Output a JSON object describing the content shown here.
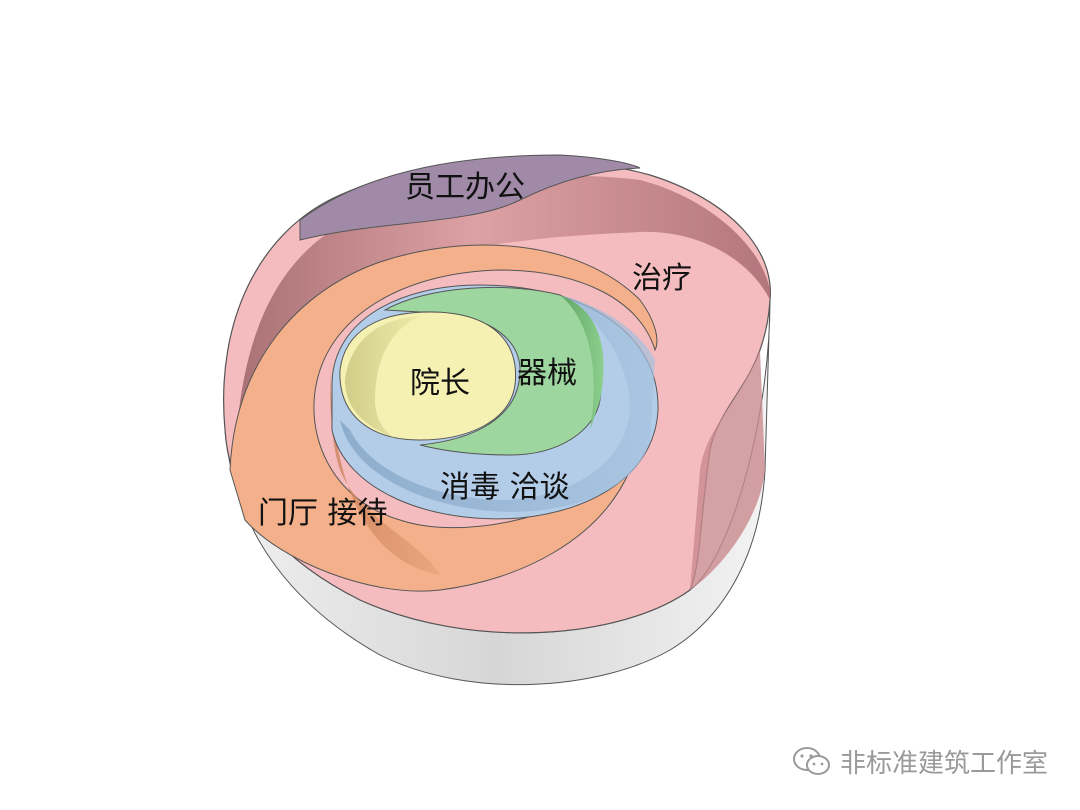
{
  "zones": {
    "staff_office": "员工办公",
    "treatment": "治疗",
    "director": "院长",
    "equipment": "器械",
    "disinfection_consult": "消毒 洽谈",
    "lobby_reception": "门厅 接待"
  },
  "watermark": {
    "text": "非标准建筑工作室",
    "icon": "wechat-icon"
  },
  "colors": {
    "staff_office": "#a08aa8",
    "treatment": "#f4b8bc",
    "lobby": "#f3a676",
    "disinfection": "#a9c7e6",
    "equipment": "#8fcf92",
    "director": "#f2efad",
    "base": "#dcdcdc"
  }
}
